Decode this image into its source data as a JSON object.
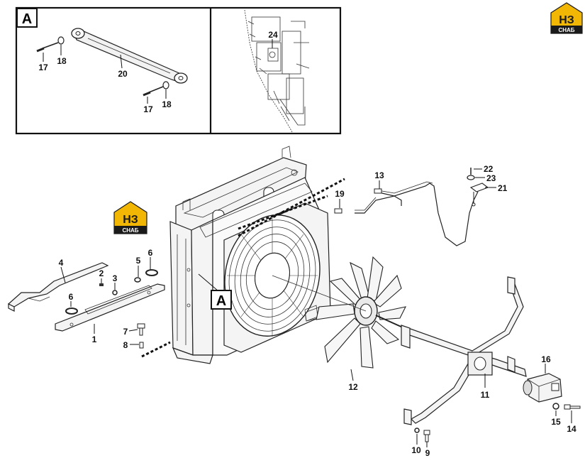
{
  "inset": {
    "label": "A",
    "callouts": {
      "c17a": "17",
      "c18a": "18",
      "c20": "20",
      "c17b": "17",
      "c18b": "18",
      "c24": "24"
    }
  },
  "logo": {
    "mark": "НЗ",
    "text": "СНАБ"
  },
  "view_marker": "A",
  "callouts": {
    "p1": "1",
    "p2": "2",
    "p3": "3",
    "p4": "4",
    "p5": "5",
    "p6a": "6",
    "p6b": "6",
    "p7": "7",
    "p8": "8",
    "p9": "9",
    "p10": "10",
    "p11": "11",
    "p12": "12",
    "p13": "13",
    "p14": "14",
    "p15": "15",
    "p16": "16",
    "p19": "19",
    "p21": "21",
    "p22": "22",
    "p23": "23"
  },
  "colors": {
    "logo_yellow": "#f2b705",
    "logo_dark": "#1a1a1a",
    "line": "#111111"
  }
}
